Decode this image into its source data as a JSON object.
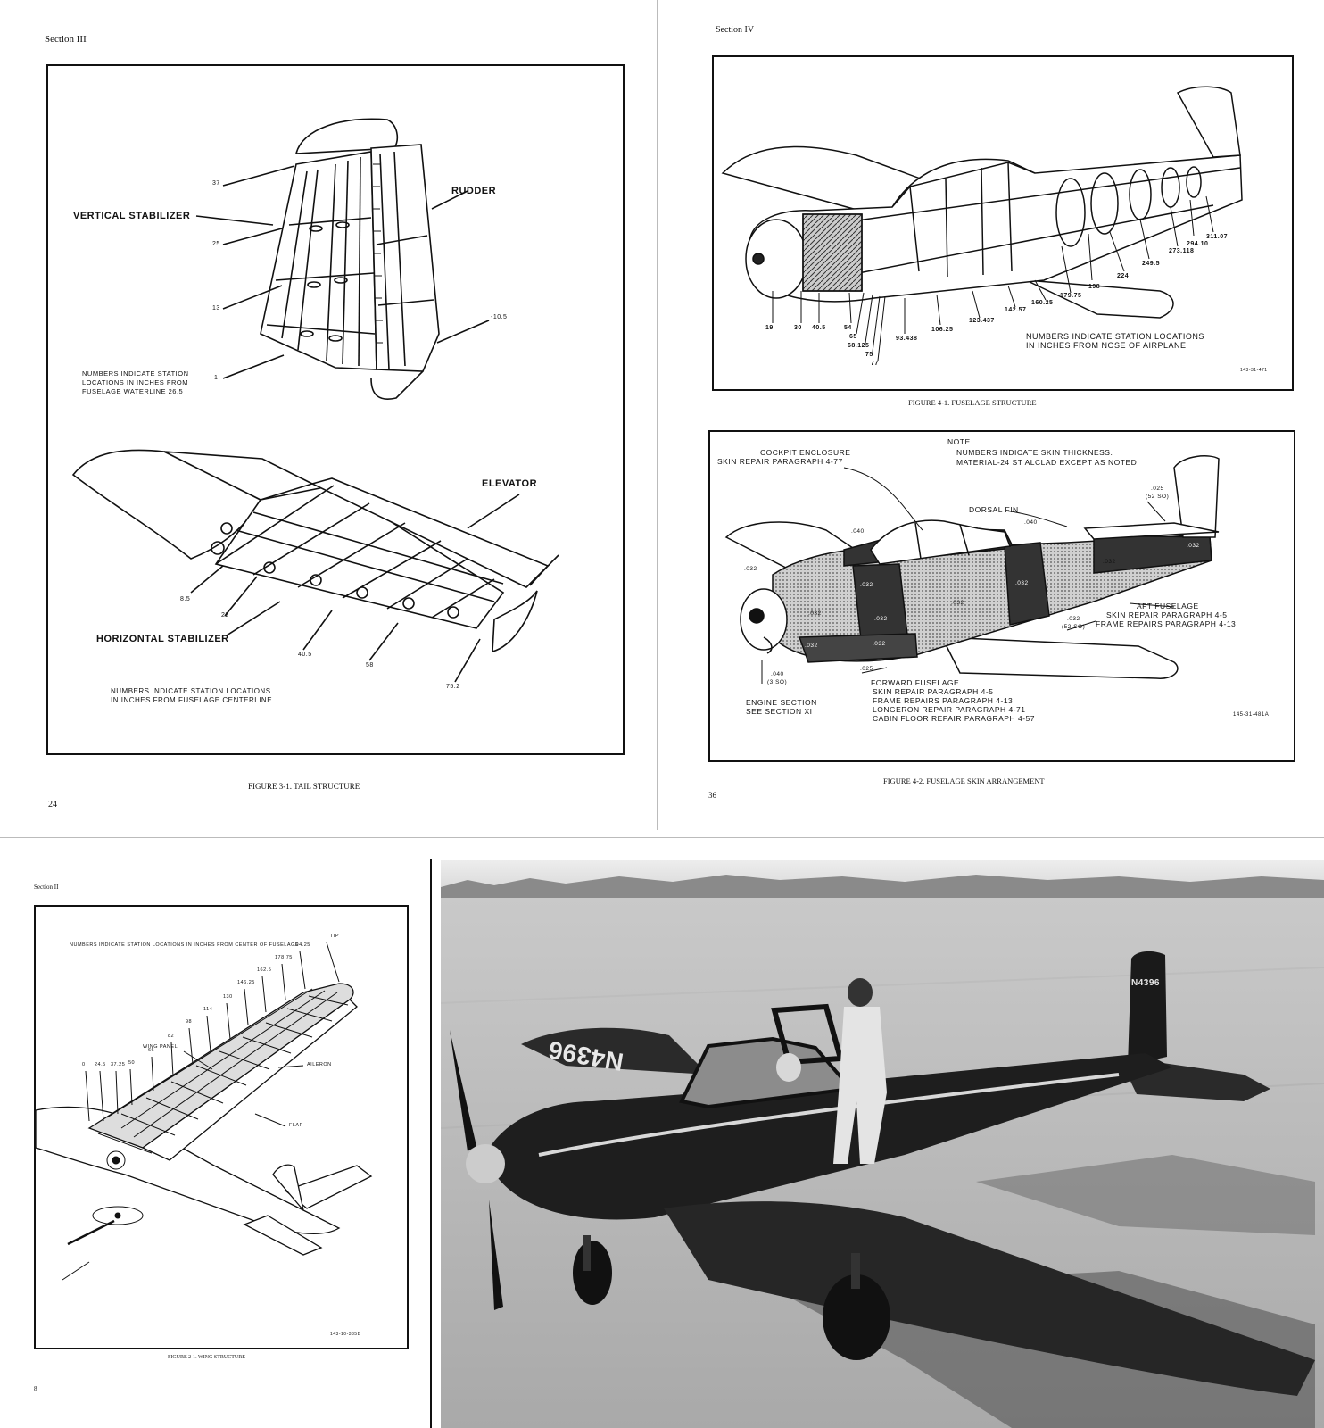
{
  "p24": {
    "header": "Section III",
    "page_number": "24",
    "caption": "FIGURE 3-1.  TAIL STRUCTURE",
    "labels": {
      "vertical_stabilizer": "VERTICAL STABILIZER",
      "rudder": "RUDDER",
      "elevator": "ELEVATOR",
      "horizontal_stabilizer": "HORIZONTAL STABILIZER"
    },
    "vs_stations": [
      "37",
      "25",
      "13",
      "1",
      "-10.5"
    ],
    "hs_stations": [
      "8.5",
      "22",
      "40.5",
      "58",
      "75.2"
    ],
    "note_vs": [
      "NUMBERS INDICATE STATION",
      "LOCATIONS IN INCHES FROM",
      "FUSELAGE WATERLINE 26.5"
    ],
    "note_hs": [
      "NUMBERS INDICATE STATION LOCATIONS",
      "IN INCHES FROM FUSELAGE CENTERLINE"
    ]
  },
  "p36": {
    "header": "Section IV",
    "page_number": "36",
    "fig1_caption": "FIGURE 4-1.  FUSELAGE STRUCTURE",
    "fig1_stations": [
      "19",
      "30",
      "40.5",
      "54",
      "65",
      "68.125",
      "75",
      "77",
      "93.438",
      "106.25",
      "123.437",
      "142.57",
      "160.25",
      "179.75",
      "198",
      "224",
      "249.5",
      "273.118",
      "294.10",
      "311.07"
    ],
    "fig1_note": [
      "NUMBERS INDICATE STATION LOCATIONS",
      "IN INCHES FROM NOSE OF AIRPLANE"
    ],
    "fig1_drawing_no": "143-31-471",
    "fig2_caption": "FIGURE 4-2.  FUSELAGE SKIN ARRANGEMENT",
    "fig2_note_title": "NOTE",
    "fig2_note_lines": [
      "NUMBERS INDICATE SKIN THICKNESS.",
      "MATERIAL-24 ST ALCLAD EXCEPT AS NOTED"
    ],
    "cockpit": [
      "COCKPIT ENCLOSURE",
      "SKIN REPAIR PARAGRAPH 4-77"
    ],
    "dorsal_fin": "DORSAL FIN",
    "aft_fuselage": [
      "AFT FUSELAGE",
      "SKIN REPAIR PARAGRAPH 4-5",
      "FRAME REPAIRS PARAGRAPH 4-13"
    ],
    "forward_fuselage": [
      "FORWARD FUSELAGE",
      "SKIN REPAIR PARAGRAPH 4-5",
      "FRAME REPAIRS PARAGRAPH 4-13",
      "LONGERON REPAIR PARAGRAPH 4-71",
      "CABIN FLOOR REPAIR PARAGRAPH 4-57"
    ],
    "engine_section": [
      "ENGINE SECTION",
      "SEE SECTION XI"
    ],
    "thickness_labels": [
      ".025",
      "(52 SO)",
      ".040",
      ".040",
      ".040",
      ".032",
      ".032",
      ".032",
      ".032",
      ".032",
      ".032",
      ".032",
      ".032",
      ".032",
      ".032",
      ".032",
      "(52 SO)",
      ".040",
      "(3 SO)",
      ".025"
    ],
    "fig2_drawing_no": "145-31-481A"
  },
  "p8": {
    "header": "Section II",
    "page_number": "8",
    "note": "NUMBERS INDICATE STATION LOCATIONS IN INCHES FROM CENTER OF FUSELAGE",
    "stations": [
      "0",
      "24.5",
      "37.25",
      "50",
      "66",
      "82",
      "98",
      "114",
      "130",
      "146.25",
      "162.5",
      "178.75",
      "194.25"
    ],
    "labels": {
      "tip": "TIP",
      "wing_panel": "WING PANEL",
      "aileron": "AILERON",
      "flap": "FLAP"
    },
    "drawing_no": "143-10-335B",
    "caption": "FIGURE 2-1.  WING STRUCTURE"
  },
  "photo": {
    "wing_marking": "N4396",
    "tail_marking": "N4396"
  }
}
